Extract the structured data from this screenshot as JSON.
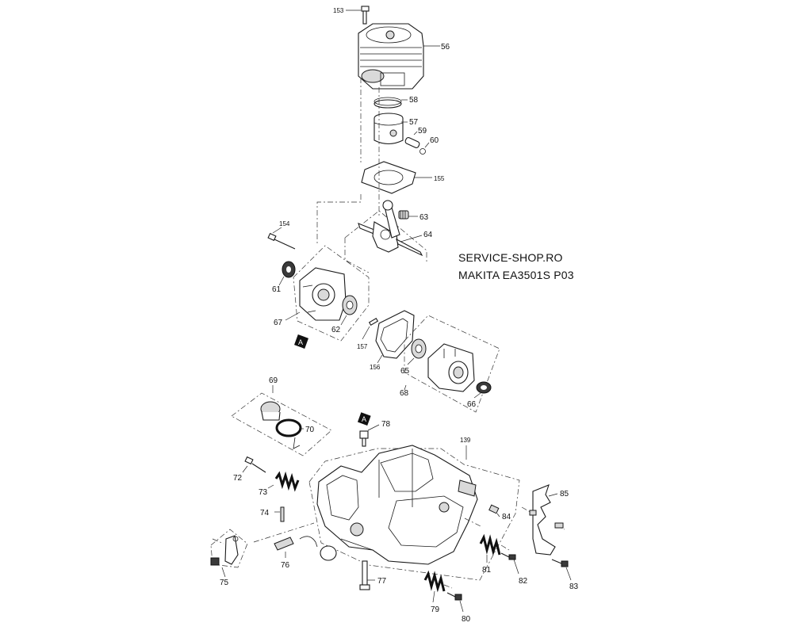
{
  "header": {
    "shop": "SERVICE-SHOP.RO",
    "model": "MAKITA EA3501S P03"
  },
  "callouts": {
    "c153": "153",
    "c56": "56",
    "c58": "58",
    "c57": "57",
    "c59": "59",
    "c60": "60",
    "c155": "155",
    "c63": "63",
    "c64": "64",
    "c154": "154",
    "c61": "61",
    "c67": "67",
    "c62": "62",
    "c157": "157",
    "c156": "156",
    "c65": "65",
    "c68": "68",
    "c66": "66",
    "c69": "69",
    "c70": "70",
    "c78": "78",
    "c139": "139",
    "c72": "72",
    "c73": "73",
    "c74": "74",
    "c76": "76",
    "c75": "75",
    "c77": "77",
    "c84": "84",
    "c85": "85",
    "c81": "81",
    "c82": "82",
    "c83": "83",
    "c79": "79",
    "c80": "80"
  },
  "markers": {
    "a_top": "A",
    "a_bottom": "A"
  }
}
